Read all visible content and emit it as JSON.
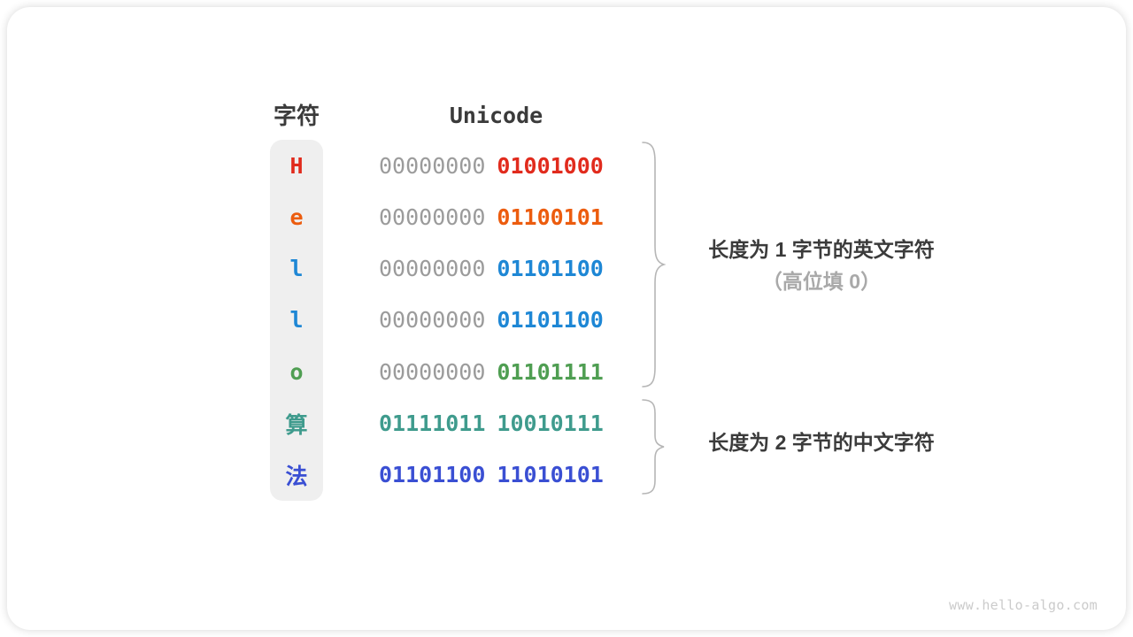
{
  "page": {
    "watermark": "www.hello-algo.com"
  },
  "table": {
    "headers": {
      "char": "字符",
      "unicode": "Unicode"
    },
    "muted_byte_color": "#9b9b9b",
    "rows": [
      {
        "char": "H",
        "color": "#e12b1d",
        "byte1": "00000000",
        "byte2": "01001000",
        "byte1_colored": false
      },
      {
        "char": "e",
        "color": "#ec5c0e",
        "byte1": "00000000",
        "byte2": "01100101",
        "byte1_colored": false
      },
      {
        "char": "l",
        "color": "#1e87d5",
        "byte1": "00000000",
        "byte2": "01101100",
        "byte1_colored": false
      },
      {
        "char": "l",
        "color": "#1e87d5",
        "byte1": "00000000",
        "byte2": "01101100",
        "byte1_colored": false
      },
      {
        "char": "o",
        "color": "#4f9e52",
        "byte1": "00000000",
        "byte2": "01101111",
        "byte1_colored": false
      },
      {
        "char": "算",
        "color": "#3f9b8d",
        "byte1": "01111011",
        "byte2": "10010111",
        "byte1_colored": true
      },
      {
        "char": "法",
        "color": "#3a4fd3",
        "byte1": "01101100",
        "byte2": "11010101",
        "byte1_colored": true
      }
    ]
  },
  "annotations": {
    "group1": {
      "line1": "长度为 1 字节的英文字符",
      "line2": "（高位填 0）"
    },
    "group2": {
      "line1": "长度为 2 字节的中文字符"
    }
  }
}
